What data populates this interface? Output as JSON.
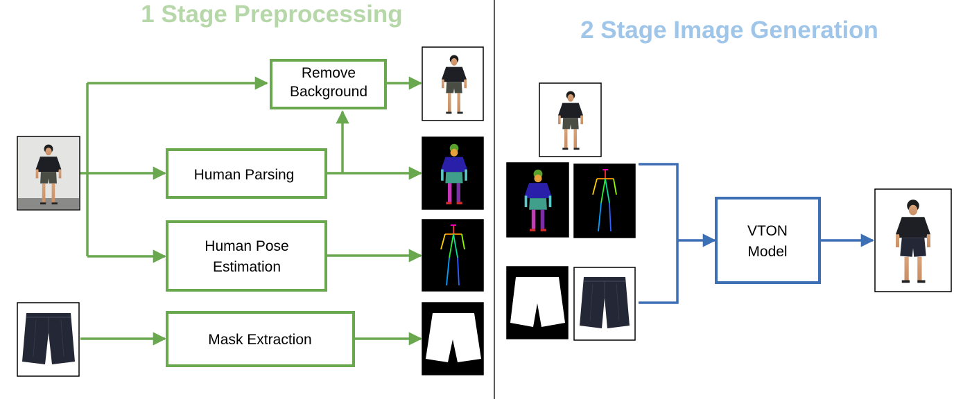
{
  "stage1": {
    "title": "1 Stage Preprocessing",
    "color": "#6aa84f",
    "title_color": "#b6d7a8",
    "boxes": {
      "remove_background": [
        "Remove",
        "Background"
      ],
      "human_parsing": [
        "Human Parsing"
      ],
      "human_pose_estimation": [
        "Human Pose",
        "Estimation"
      ],
      "mask_extraction": [
        "Mask Extraction"
      ]
    }
  },
  "stage2": {
    "title": "2 Stage Image Generation",
    "color": "#3d6fb5",
    "title_color": "#9fc5e8",
    "model_box": [
      "VTON",
      "Model"
    ]
  },
  "image_icons": {
    "person_photo": "person-photo",
    "person_no_background": "person-no-background",
    "parsing_map": "human-parsing-map",
    "pose_skeleton": "pose-skeleton",
    "garment_shorts": "shorts-garment",
    "garment_mask": "shorts-mask",
    "output_tryon": "try-on-result"
  }
}
